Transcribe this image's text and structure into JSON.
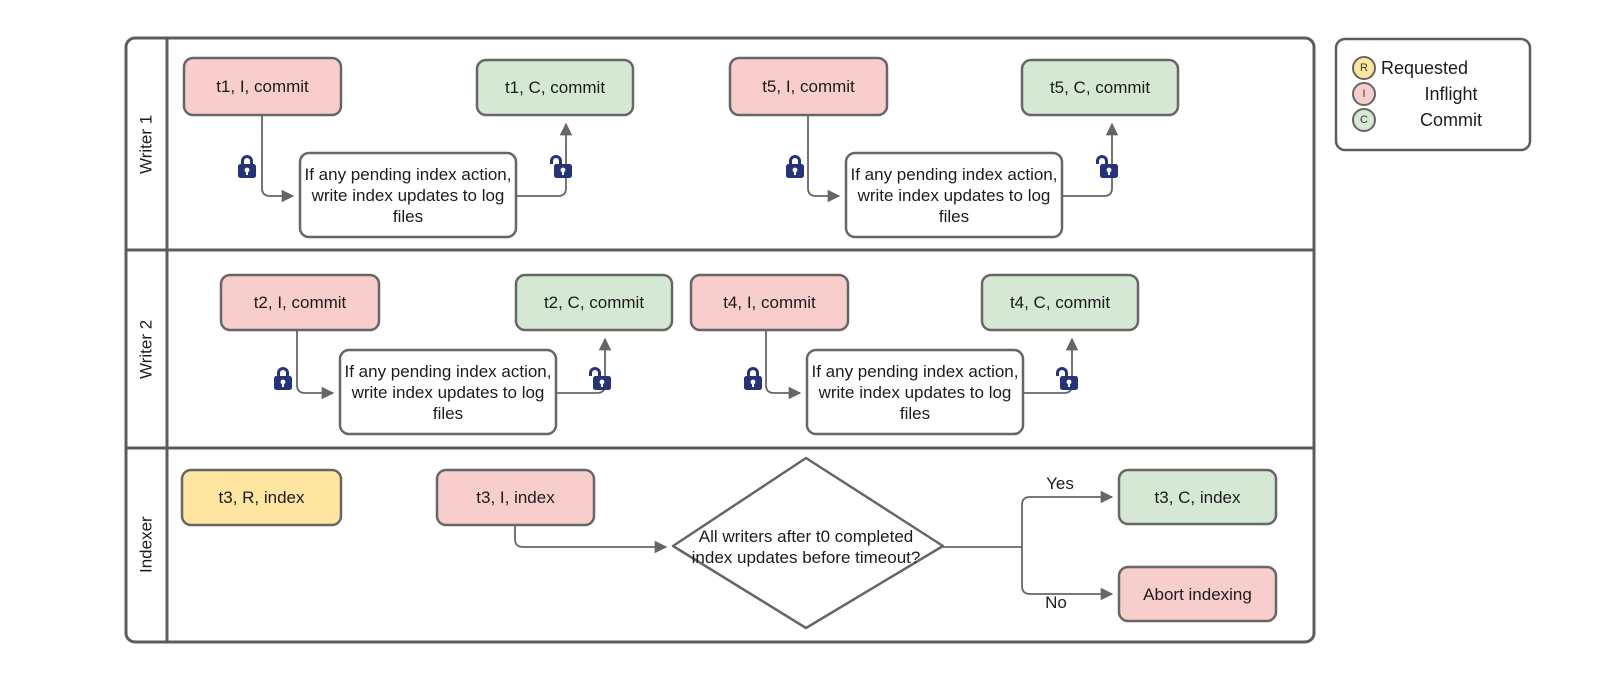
{
  "diagram": {
    "title": "Writer / Indexer concurrency swimlane flowchart",
    "colors": {
      "inflight_fill": "#F8CECC",
      "commit_fill": "#D5E8D4",
      "requested_fill": "#FFE6A0",
      "node_stroke": "#666666",
      "lane_stroke": "#5C5C5C",
      "edge_stroke": "#666666",
      "lock_fill": "#26337A",
      "text": "#1C1C1C"
    },
    "lanes": [
      {
        "id": "writer1",
        "label": "Writer 1"
      },
      {
        "id": "writer2",
        "label": "Writer 2"
      },
      {
        "id": "indexer",
        "label": "Indexer"
      }
    ],
    "nodes": [
      {
        "id": "w1-t1-i",
        "lane": "writer1",
        "label": "t1, I, commit",
        "state": "Inflight",
        "shape": "rounded-rect"
      },
      {
        "id": "w1-work-1",
        "lane": "writer1",
        "label": "If any pending index action, write index updates to log files",
        "state": "none",
        "shape": "rounded-rect"
      },
      {
        "id": "w1-t1-c",
        "lane": "writer1",
        "label": "t1, C, commit",
        "state": "Commit",
        "shape": "rounded-rect"
      },
      {
        "id": "w1-t5-i",
        "lane": "writer1",
        "label": "t5, I, commit",
        "state": "Inflight",
        "shape": "rounded-rect"
      },
      {
        "id": "w1-work-2",
        "lane": "writer1",
        "label": "If any pending index action, write index updates to log files",
        "state": "none",
        "shape": "rounded-rect"
      },
      {
        "id": "w1-t5-c",
        "lane": "writer1",
        "label": "t5, C, commit",
        "state": "Commit",
        "shape": "rounded-rect"
      },
      {
        "id": "w2-t2-i",
        "lane": "writer2",
        "label": "t2, I, commit",
        "state": "Inflight",
        "shape": "rounded-rect"
      },
      {
        "id": "w2-work-1",
        "lane": "writer2",
        "label": "If any pending index action, write index updates to log files",
        "state": "none",
        "shape": "rounded-rect"
      },
      {
        "id": "w2-t2-c",
        "lane": "writer2",
        "label": "t2, C, commit",
        "state": "Commit",
        "shape": "rounded-rect"
      },
      {
        "id": "w2-t4-i",
        "lane": "writer2",
        "label": "t4, I, commit",
        "state": "Inflight",
        "shape": "rounded-rect"
      },
      {
        "id": "w2-work-2",
        "lane": "writer2",
        "label": "If any pending index action, write index updates to log files",
        "state": "none",
        "shape": "rounded-rect"
      },
      {
        "id": "w2-t4-c",
        "lane": "writer2",
        "label": "t4, C, commit",
        "state": "Commit",
        "shape": "rounded-rect"
      },
      {
        "id": "ix-t3-r",
        "lane": "indexer",
        "label": "t3, R, index",
        "state": "Requested",
        "shape": "rounded-rect"
      },
      {
        "id": "ix-t3-i",
        "lane": "indexer",
        "label": "t3, I, index",
        "state": "Inflight",
        "shape": "rounded-rect"
      },
      {
        "id": "ix-decide",
        "lane": "indexer",
        "label": "All writers after t0 completed index updates before timeout?",
        "state": "none",
        "shape": "diamond"
      },
      {
        "id": "ix-t3-c",
        "lane": "indexer",
        "label": "t3, C, index",
        "state": "Commit",
        "shape": "rounded-rect"
      },
      {
        "id": "ix-abort",
        "lane": "indexer",
        "label": "Abort indexing",
        "state": "Inflight",
        "shape": "rounded-rect"
      }
    ],
    "edge_labels": {
      "yes": "Yes",
      "no": "No"
    },
    "lock_icons": [
      {
        "id": "w1-lock-closed-1",
        "state": "locked",
        "name": "lock-closed-icon"
      },
      {
        "id": "w1-lock-open-1",
        "state": "unlocked",
        "name": "lock-open-icon"
      },
      {
        "id": "w1-lock-closed-2",
        "state": "locked",
        "name": "lock-closed-icon"
      },
      {
        "id": "w1-lock-open-2",
        "state": "unlocked",
        "name": "lock-open-icon"
      },
      {
        "id": "w2-lock-closed-1",
        "state": "locked",
        "name": "lock-closed-icon"
      },
      {
        "id": "w2-lock-open-1",
        "state": "unlocked",
        "name": "lock-open-icon"
      },
      {
        "id": "w2-lock-closed-2",
        "state": "locked",
        "name": "lock-closed-icon"
      },
      {
        "id": "w2-lock-open-2",
        "state": "unlocked",
        "name": "lock-open-icon"
      }
    ]
  },
  "legend": {
    "items": [
      {
        "glyph": "R",
        "label": "Requested",
        "fill": "#FFE6A0"
      },
      {
        "glyph": "I",
        "label": "Inflight",
        "fill": "#F8CECC"
      },
      {
        "glyph": "C",
        "label": "Commit",
        "fill": "#D5E8D4"
      }
    ]
  }
}
